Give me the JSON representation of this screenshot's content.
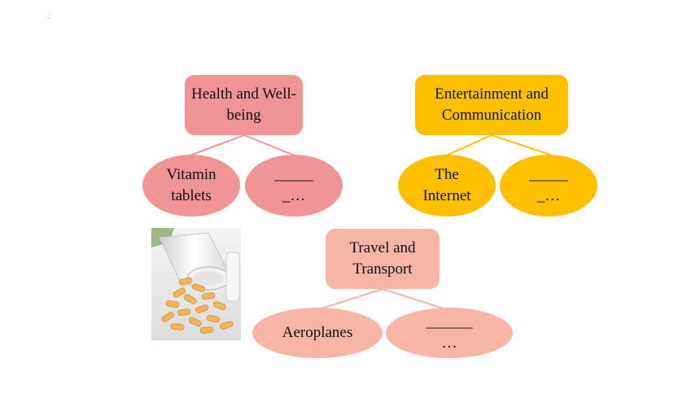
{
  "slide": {
    "health": {
      "title": "Health and Well-being",
      "items": [
        "Vitamin tablets",
        "_____ _…"
      ]
    },
    "entertainment": {
      "title": "Entertainment and Communication",
      "items": [
        "The Internet",
        "_____ _…"
      ]
    },
    "travel": {
      "title": "Travel and Transport",
      "items": [
        "Aeroplanes",
        "______ …"
      ]
    },
    "colors": {
      "health": "#f09496",
      "entertainment": "#ffc000",
      "travel": "#f7b5a6"
    },
    "photo": {
      "icon": "vitamin-pills-photo"
    }
  }
}
